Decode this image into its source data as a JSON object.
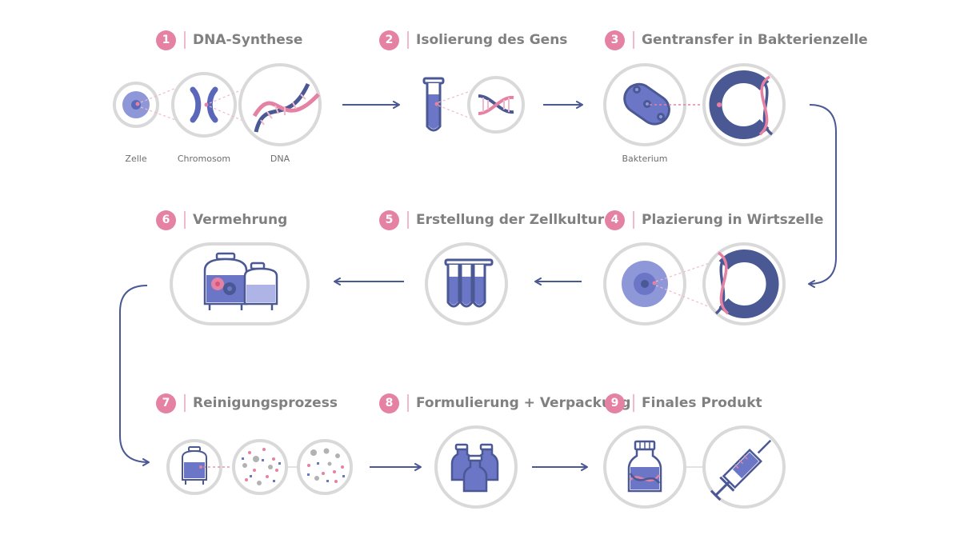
{
  "steps": [
    {
      "number": "1",
      "title": "DNA-Synthese"
    },
    {
      "number": "2",
      "title": "Isolierung des Gens"
    },
    {
      "number": "3",
      "title": "Gentransfer in Bakterienzelle"
    },
    {
      "number": "4",
      "title": "Plazierung in Wirtszelle"
    },
    {
      "number": "5",
      "title": "Erstellung der Zellkultur"
    },
    {
      "number": "6",
      "title": "Vermehrung"
    },
    {
      "number": "7",
      "title": "Reinigungsprozess"
    },
    {
      "number": "8",
      "title": "Formulierung + Verpackung"
    },
    {
      "number": "9",
      "title": "Finales Produkt"
    }
  ],
  "captions": {
    "cell": "Zelle",
    "chromosome": "Chromosom",
    "dna": "DNA",
    "bacterium": "Bakterium"
  },
  "colors": {
    "accent_pink": "#e581a3",
    "navy": "#4a5894",
    "purple": "#6c76c6",
    "ring_gray": "#d9d9d9",
    "text_gray": "#808080"
  },
  "icons": [
    "cell-icon",
    "chromosome-icon",
    "dna-helix-icon",
    "test-tube-icon",
    "bacterium-icon",
    "plasmid-icon",
    "host-cell-icon",
    "test-tubes-icon",
    "bioreactor-icon",
    "filter-tank-icon",
    "particles-icon",
    "vials-icon",
    "bottle-icon",
    "syringe-icon"
  ]
}
